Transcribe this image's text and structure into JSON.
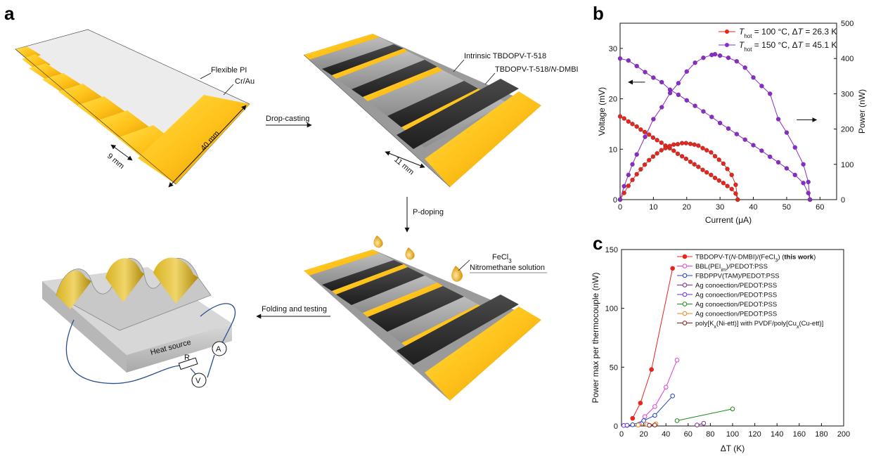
{
  "panel_letters": {
    "a": "a",
    "b": "b",
    "c": "c"
  },
  "schematic": {
    "flexible_pi": "Flexible PI",
    "cr_au": "Cr/Au",
    "dim_40": "40 mm",
    "dim_9": "9 mm",
    "dim_11": "11 mm",
    "drop_casting": "Drop-casting",
    "intrinsic": "Intrinsic TBDOPV-T-518",
    "doped_prefix": "TBDOPV-T-518/",
    "doped_italic": "N",
    "doped_suffix": "-DMBI",
    "p_doping": "P-doping",
    "fecl3_base": "FeCl",
    "fecl3_sub": "3",
    "nitromethane": "Nitromethane solution",
    "folding": "Folding and testing",
    "heat_source": "Heat source",
    "ammeter": "A",
    "voltmeter": "V",
    "resistor": "R"
  },
  "chart_data": [
    {
      "panel": "b",
      "type": "line",
      "xlabel": "Current (μA)",
      "ylabel": "Voltage (mV)",
      "y2label": "Power (nW)",
      "xlim": [
        0,
        65
      ],
      "ylim": [
        0,
        35
      ],
      "y2lim": [
        0,
        500
      ],
      "xticks": [
        0,
        10,
        20,
        30,
        40,
        50,
        60
      ],
      "yticks": [
        0,
        10,
        20,
        30
      ],
      "y2ticks": [
        0,
        100,
        200,
        300,
        400,
        500
      ],
      "legend_position": "top-right",
      "series": [
        {
          "name_pre": "T",
          "name_sub": "hot",
          "name_mid": " = 100 °C, Δ",
          "name_italic": "T",
          "name_post": " = 26.3 K",
          "color": "#e8251c",
          "voltage": {
            "x": [
              0,
              1.2,
              2.5,
              3.7,
              5,
              6.2,
              7.4,
              8.7,
              9.9,
              11.1,
              12.4,
              13.6,
              14.9,
              16.1,
              17.3,
              18.6,
              19.8,
              21.1,
              22.3,
              23.5,
              24.8,
              26,
              27.3,
              28.5,
              29.7,
              31,
              32.2,
              33.5,
              34.7,
              35.3
            ],
            "y": [
              16.5,
              16.1,
              15.5,
              15,
              14.5,
              13.9,
              13.4,
              12.9,
              12.3,
              11.8,
              11.3,
              10.7,
              10.2,
              9.7,
              9.1,
              8.6,
              8.1,
              7.5,
              7,
              6.5,
              5.9,
              5.4,
              4.9,
              4.3,
              3.8,
              3.3,
              2.7,
              2.1,
              1.2,
              0
            ]
          },
          "power": {
            "x": [
              0,
              1.2,
              2.5,
              3.7,
              5,
              6.2,
              7.4,
              8.7,
              9.9,
              11.1,
              12.4,
              13.6,
              14.9,
              16.1,
              17.3,
              18.6,
              19.8,
              21.1,
              22.3,
              23.5,
              24.8,
              26,
              27.3,
              28.5,
              29.7,
              31,
              32.2,
              33.5,
              34.7,
              35.3
            ],
            "y": [
              0,
              19,
              39,
              56,
              72,
              86,
              99,
              112,
              122,
              131,
              140,
              146,
              152,
              156,
              157,
              160,
              160,
              158,
              156,
              153,
              146,
              140,
              134,
              123,
              113,
              102,
              87,
              70,
              42,
              0
            ]
          }
        },
        {
          "name_pre": "T",
          "name_sub": "hot",
          "name_mid": " = 150 °C, Δ",
          "name_italic": "T",
          "name_post": " = 45.1 K",
          "color": "#8a2bc9",
          "voltage": {
            "x": [
              0,
              2.5,
              5,
              7.5,
              10,
              12.5,
              15,
              17.5,
              20,
              22.5,
              25,
              27.5,
              30,
              32.5,
              35,
              37.5,
              40,
              42.5,
              45,
              47.5,
              50,
              52.5,
              55,
              56.5,
              57
            ],
            "y": [
              28,
              27.6,
              26.5,
              25.3,
              24.2,
              23.3,
              21.8,
              20.8,
              19.7,
              18.6,
              17.5,
              16.4,
              15.2,
              14.1,
              13,
              11.9,
              10.8,
              9.7,
              8.5,
              7.4,
              6.2,
              4.9,
              3.3,
              1.3,
              0
            ]
          },
          "power": {
            "x": [
              0,
              1.2,
              2.5,
              3.7,
              5,
              7.5,
              10,
              12.5,
              15,
              17.5,
              20,
              22.5,
              25,
              27.5,
              28.5,
              30,
              32.5,
              35,
              37.5,
              40,
              42.5,
              45,
              47.5,
              50,
              52.5,
              55,
              56.5,
              57
            ],
            "y": [
              0,
              38,
              70,
              100,
              128,
              178,
              228,
              262,
              302,
              330,
              363,
              388,
              402,
              410,
              412,
              408,
              402,
              392,
              374,
              346,
              322,
              300,
              228,
              190,
              148,
              100,
              50,
              0
            ]
          }
        }
      ]
    },
    {
      "panel": "c",
      "type": "line",
      "xlabel": "ΔT (K)",
      "ylabel": "Power max per thermocouple (nW)",
      "xlim": [
        0,
        200
      ],
      "ylim": [
        0,
        150
      ],
      "xticks": [
        0,
        20,
        40,
        60,
        80,
        100,
        120,
        140,
        160,
        180,
        200
      ],
      "yticks": [
        0,
        50,
        100,
        150
      ],
      "legend_position": "top-right",
      "series": [
        {
          "name_html": "TBDOPV-T(<tspan font-style=\"italic\">N</tspan>-DMBI)/(FeCl<tspan baseline-shift=\"sub\" font-size=\"7\">3</tspan>) (<tspan font-weight=\"bold\">this work</tspan>)",
          "color": "#e8251c",
          "filled": true,
          "x": [
            10,
            17,
            27,
            46
          ],
          "y": [
            6.5,
            19.5,
            48,
            134
          ]
        },
        {
          "name_html": "BBL(PEI<tspan baseline-shift=\"sub\" font-size=\"7\">im</tspan>)/PEDOT:PSS",
          "color": "#e040d8",
          "filled": false,
          "x": [
            16,
            21,
            30,
            40,
            50
          ],
          "y": [
            1.5,
            8,
            16.5,
            33,
            56
          ]
        },
        {
          "name_html": "FBDPPV(TAM)/PEDOT:PSS",
          "color": "#1f3fbf",
          "filled": false,
          "x": [
            5,
            10,
            20,
            30,
            46
          ],
          "y": [
            0.5,
            1,
            4.5,
            9,
            25.5
          ]
        },
        {
          "name_html": "Ag conoection/PEDOT:PSS",
          "color": "#7d2b8c",
          "filled": false,
          "x": [
            68,
            74
          ],
          "y": [
            0.8,
            2.3
          ]
        },
        {
          "name_html": "Ag conoection/PEDOT:PSS",
          "color": "#6a31d6",
          "filled": false,
          "x": [
            2,
            5
          ],
          "y": [
            0.4,
            0.6
          ]
        },
        {
          "name_html": "Ag conoection/PEDOT:PSS",
          "color": "#1a8a1a",
          "filled": false,
          "x": [
            50,
            100
          ],
          "y": [
            4.5,
            14.5
          ]
        },
        {
          "name_html": "Ag conoection/PEDOT:PSS",
          "color": "#e38a1a",
          "filled": false,
          "x": [
            15,
            23,
            31
          ],
          "y": [
            0.8,
            1.3,
            1.8
          ]
        },
        {
          "name_html": "poly[K<tspan baseline-shift=\"sub\" font-size=\"7\">x</tspan>(Ni-ett)] with PVDF/poly[Cu<tspan baseline-shift=\"sub\" font-size=\"7\">x</tspan>(Cu-ett)]",
          "color": "#8a1a1a",
          "filled": false,
          "x": [
            25,
            30
          ],
          "y": [
            0.6,
            0.8
          ]
        }
      ]
    }
  ]
}
